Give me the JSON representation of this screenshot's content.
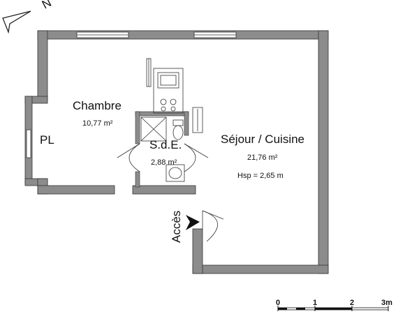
{
  "compass": {
    "label": "N"
  },
  "rooms": {
    "chambre": {
      "name": "Chambre",
      "area": "10,77 m²"
    },
    "sde": {
      "name": "S.d.E.",
      "area": "2,88 m²"
    },
    "sejour": {
      "name": "Séjour / Cuisine",
      "area": "21,76 m²",
      "height": "Hsp = 2,65 m"
    },
    "pl": {
      "name": "PL"
    }
  },
  "entrance": {
    "label": "Accès"
  },
  "scale": {
    "ticks": [
      "0",
      "1",
      "2",
      "3m"
    ]
  }
}
